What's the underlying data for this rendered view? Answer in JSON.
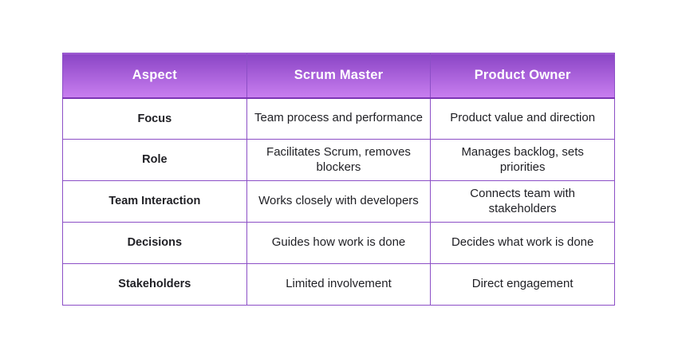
{
  "colors": {
    "header_gradient_top": "#8a44c5",
    "header_gradient_bottom": "#c97ff0",
    "table_border": "#8c4fc6",
    "header_text": "#ffffff",
    "body_text": "#1f1f24",
    "page_background": "#ffffff"
  },
  "table": {
    "columns": [
      {
        "label": "Aspect"
      },
      {
        "label": "Scrum Master"
      },
      {
        "label": "Product Owner"
      }
    ],
    "rows": [
      {
        "aspect": "Focus",
        "scrum_master": "Team process and performance",
        "product_owner": "Product value and direction"
      },
      {
        "aspect": "Role",
        "scrum_master": "Facilitates Scrum, removes\nblockers",
        "product_owner": "Manages backlog, sets priorities"
      },
      {
        "aspect": "Team Interaction",
        "scrum_master": "Works closely with developers",
        "product_owner": "Connects team with\nstakeholders"
      },
      {
        "aspect": "Decisions",
        "scrum_master": "Guides how work is done",
        "product_owner": "Decides what work is done"
      },
      {
        "aspect": "Stakeholders",
        "scrum_master": "Limited involvement",
        "product_owner": "Direct engagement"
      }
    ]
  }
}
